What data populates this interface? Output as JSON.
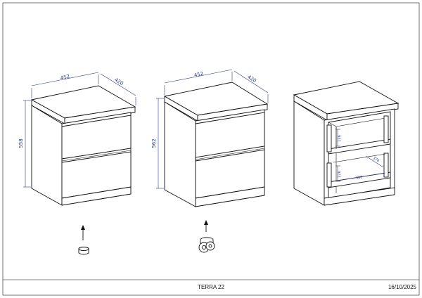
{
  "frame": {
    "title": "TERRA 22",
    "date": "16/10/2025"
  },
  "views": [
    {
      "id": "glides",
      "dimensions": {
        "width": "452",
        "depth": "420",
        "height": "558"
      },
      "accessory_icon": "furniture-glide-icon"
    },
    {
      "id": "castors",
      "dimensions": {
        "width": "452",
        "depth": "420",
        "height": "562"
      },
      "accessory_icon": "castor-wheel-icon"
    },
    {
      "id": "interior",
      "dimensions": {
        "drawer_height_top": "126",
        "drawer_height_bottom": "126",
        "drawer_width": "380",
        "drawer_depth": "370"
      }
    }
  ],
  "colors": {
    "line": "#111111",
    "dimension": "#2b3a8a"
  }
}
